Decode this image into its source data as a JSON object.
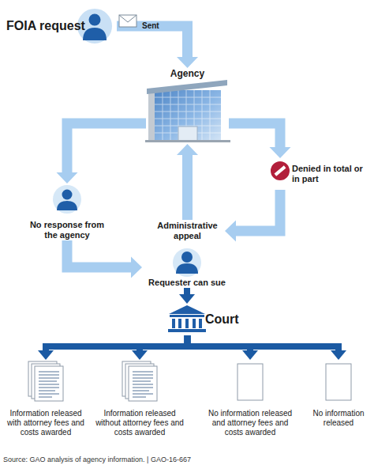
{
  "diagram": {
    "nodes": [
      {
        "text": [
          "FOIA request"
        ]
      },
      {
        "text": [
          "Agency"
        ]
      },
      {
        "text": [
          "No response from the agency"
        ]
      },
      {
        "text": [
          "Administrative appeal"
        ]
      },
      {
        "text": [
          "Denied in total or in part"
        ]
      },
      {
        "text": [
          "Requester can sue"
        ]
      },
      {
        "text": [
          "Court"
        ]
      },
      {
        "text": [
          "Information released with attorney fees and costs awarded"
        ]
      },
      {
        "text": [
          "Information released without attorney fees and costs awarded"
        ]
      },
      {
        "text": [
          "No information released and attorney fees and costs awarded"
        ]
      },
      {
        "text": [
          "No information released"
        ]
      }
    ],
    "edges": [
      {
        "from": 0,
        "to": 1,
        "label": "Sent",
        "arrow": "to"
      },
      {
        "from": 1,
        "to": 2,
        "arrow": "to"
      },
      {
        "from": 2,
        "to": 5,
        "arrow": "to"
      },
      {
        "from": 1,
        "to": 4,
        "arrow": "to"
      },
      {
        "from": 4,
        "to": 3,
        "arrow": "to"
      },
      {
        "from": 3,
        "to": 1,
        "arrow": "to"
      },
      {
        "from": 5,
        "to": 6,
        "arrow": "to"
      },
      {
        "from": 6,
        "to": 7,
        "arrow": "to"
      },
      {
        "from": 6,
        "to": 8,
        "arrow": "to"
      },
      {
        "from": 6,
        "to": 9,
        "arrow": "to"
      },
      {
        "from": 6,
        "to": 10,
        "arrow": "to"
      }
    ],
    "labels": [
      "Source: GAO analysis of agency information. | GAO-16-667"
    ]
  }
}
